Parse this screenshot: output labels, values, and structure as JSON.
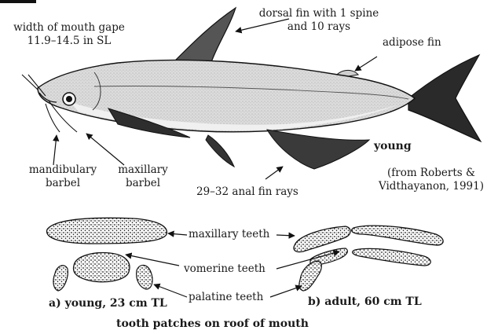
{
  "labels": {
    "mouth_gape_line1": "width of mouth gape",
    "mouth_gape_line2": "11.9–14.5 in SL",
    "dorsal_line1": "dorsal fin with 1 spine",
    "dorsal_line2": "and 10 rays",
    "adipose": "adipose fin",
    "mandibulary_line1": "mandibulary",
    "mandibulary_line2": "barbel",
    "maxillary_barbel_line1": "maxillary",
    "maxillary_barbel_line2": "barbel",
    "young": "young",
    "credit_line1": "(from Roberts &",
    "credit_line2": "Vidthayanon, 1991)",
    "anal": "29–32 anal fin rays",
    "maxillary_teeth": "maxillary teeth",
    "vomerine_teeth": "vomerine teeth",
    "palatine_teeth": "palatine teeth",
    "young_caption": "a) young, 23 cm TL",
    "adult_caption": "b) adult, 60 cm TL",
    "bottom_caption": "tooth patches on roof of mouth"
  }
}
